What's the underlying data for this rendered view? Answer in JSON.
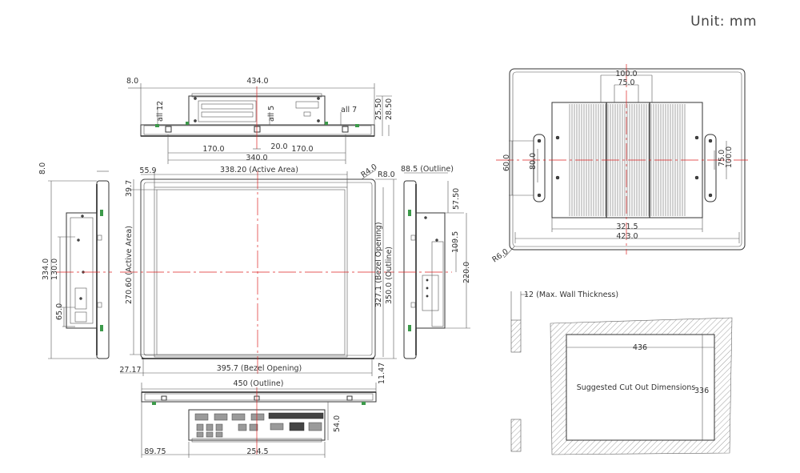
{
  "unit_label": "Unit: mm",
  "top_view": {
    "dims": [
      "8.0",
      "434.0",
      "all 12",
      "all 5",
      "all 7",
      "25.50",
      "28.50",
      "170.0",
      "20.0",
      "170.0",
      "340.0"
    ]
  },
  "front_view": {
    "dims": [
      "55.9",
      "338.20 (Active Area)",
      "R4.0",
      "R8.0",
      "39.7",
      "270.60 (Active Area)",
      "327.1 (Bezel Opening)",
      "350.0 (Outline)",
      "27.17",
      "395.7 (Bezel Opening)",
      "11.47"
    ]
  },
  "left_view": {
    "dims": [
      "8.0",
      "334.0",
      "130.0",
      "65.0"
    ]
  },
  "right_view": {
    "dims": [
      "88.5 (Outline)",
      "57.50",
      "109.5",
      "220.0"
    ]
  },
  "bottom_view": {
    "dims": [
      "450 (Outline)",
      "54.0",
      "89.75",
      "254.5"
    ]
  },
  "rear_view": {
    "dims": [
      "100.0",
      "75.0",
      "60.0",
      "80.0",
      "75.0",
      "100.0",
      "321.5",
      "423.0",
      "R6.0"
    ]
  },
  "cutout": {
    "wall_note": "12 (Max. Wall Thickness)",
    "width": "436",
    "height": "336",
    "label": "Suggested Cut Out Dimensions"
  }
}
